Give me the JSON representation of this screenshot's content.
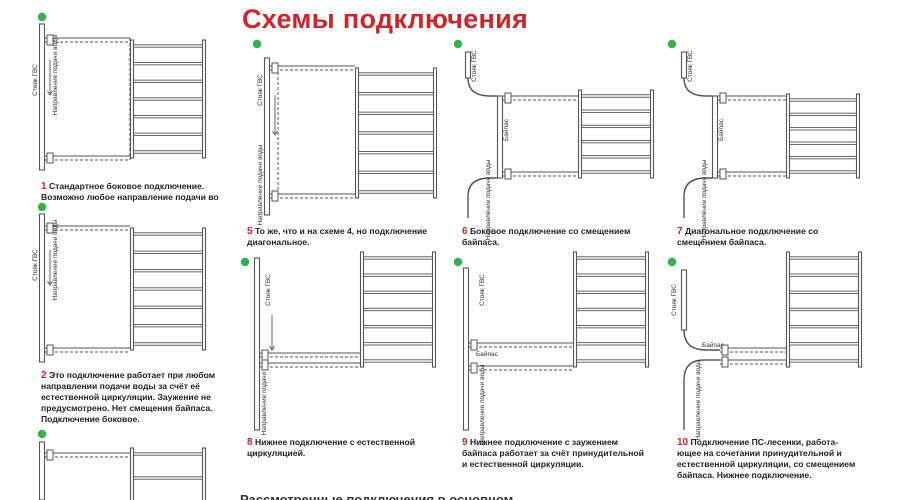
{
  "title": "Схемы подключения",
  "labels": {
    "stoyak_gvs": "Стояк ГВС",
    "napravlenie_podachi_vody": "Направление подачи воды",
    "baypas": "Байпас"
  },
  "colors": {
    "title_red": "#d2232a",
    "caption_number_red": "#d2232a",
    "marker_green": "#2fb34a",
    "line_gray": "#555555"
  },
  "captions": [
    {
      "id": "c1",
      "num": "1",
      "lines": [
        "Стандартное боковое подключение.",
        "Возможно любое направление подачи во"
      ]
    },
    {
      "id": "c2",
      "num": "2",
      "lines": [
        "Это подключение работает при любом",
        "направлении подачи воды за счёт её",
        "естественной циркуляции. Заужение не",
        "предусмотрено. Нет смещения байпаса.",
        "Подключение боковое."
      ]
    },
    {
      "id": "c5",
      "num": "5",
      "lines": [
        "То же, что и на схеме 4, но подключение",
        "диагональное."
      ]
    },
    {
      "id": "c6",
      "num": "6",
      "lines": [
        "Боковое подключение со смещением",
        "байпаса."
      ]
    },
    {
      "id": "c7",
      "num": "7",
      "lines": [
        "Диагональное подключение со",
        "смещением байпаса."
      ]
    },
    {
      "id": "c8",
      "num": "8",
      "lines": [
        "Нижнее подключение с естественной",
        "циркуляцией."
      ]
    },
    {
      "id": "c9",
      "num": "9",
      "lines": [
        "Нижнее подключение с заужением",
        "байпаса работает за счёт принудительной",
        "и естественной циркуляции."
      ]
    },
    {
      "id": "c10",
      "num": "10",
      "lines": [
        "Подключение ПС-лесенки, работа-",
        "ющее на сочетании принудительной и",
        "естественной циркуляции, со смещением",
        "байпаса. Нижнее подключение."
      ]
    }
  ],
  "bottom_text": "Рассмотренные подключения в основном"
}
